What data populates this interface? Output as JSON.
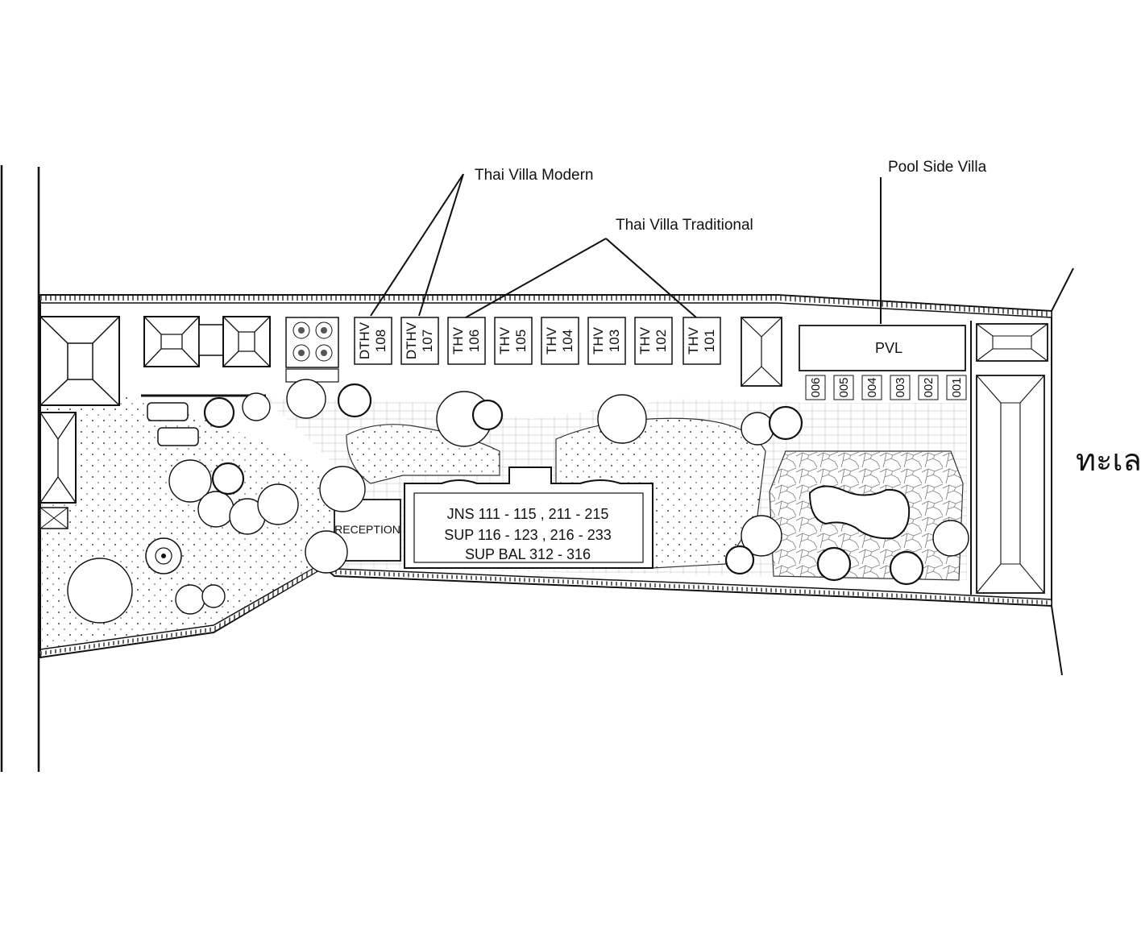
{
  "callouts": {
    "modern": "Thai Villa Modern",
    "traditional": "Thai Villa Traditional",
    "poolside": "Pool Side Villa"
  },
  "villas": [
    {
      "code": "DTHV",
      "number": "108"
    },
    {
      "code": "DTHV",
      "number": "107"
    },
    {
      "code": "THV",
      "number": "106"
    },
    {
      "code": "THV",
      "number": "105"
    },
    {
      "code": "THV",
      "number": "104"
    },
    {
      "code": "THV",
      "number": "103"
    },
    {
      "code": "THV",
      "number": "102"
    },
    {
      "code": "THV",
      "number": "101"
    }
  ],
  "pool_villa": {
    "label": "PVL",
    "units": [
      "006",
      "005",
      "004",
      "003",
      "002",
      "001"
    ]
  },
  "reception": "RECEPTION",
  "main_building": {
    "lines": [
      "JNS 111 - 115 , 211 - 215",
      "SUP 116 - 123 , 216 - 233",
      "SUP BAL 312 - 316"
    ]
  },
  "sea_label": "ทะเล"
}
